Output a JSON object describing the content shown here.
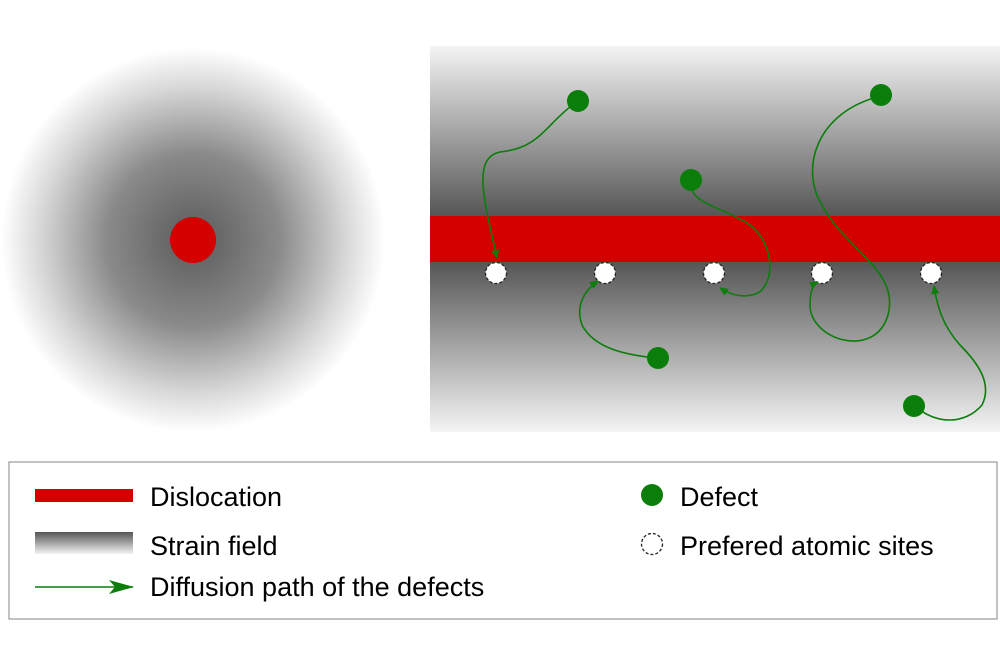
{
  "colors": {
    "dislocation": "#d40000",
    "defect": "#0a7d0a",
    "path": "#0a7d0a",
    "strain_dark": "#5a5a5a",
    "strain_light": "#f4f4f4",
    "site_stroke": "#222222",
    "legend_border": "#9a9a9a"
  },
  "legend": {
    "dislocation": "Dislocation",
    "strain_field": "Strain field",
    "diffusion_path": "Diffusion path of the defects",
    "defect": "Defect",
    "atomic_sites": "Prefered atomic sites"
  }
}
